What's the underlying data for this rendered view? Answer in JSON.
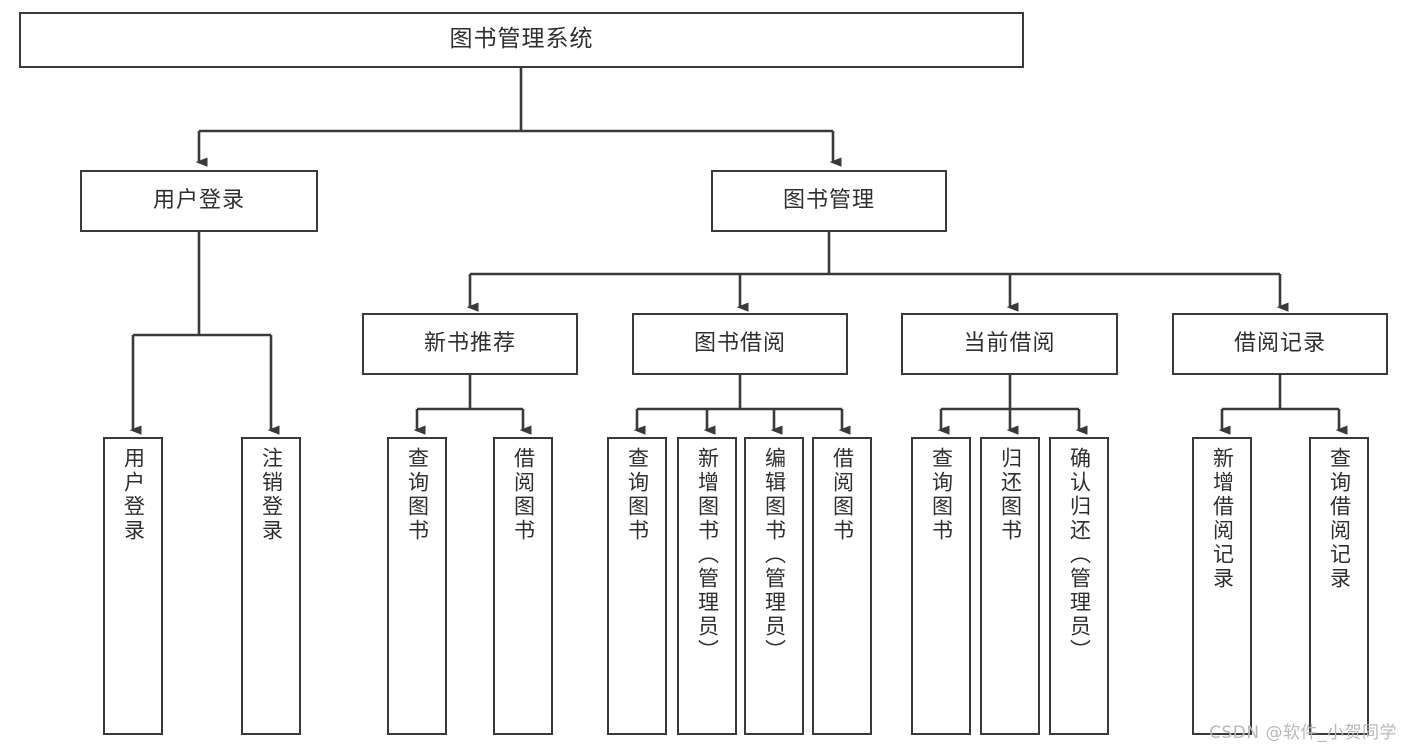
{
  "diagram": {
    "type": "tree",
    "title": "图书管理系统",
    "watermark": "CSDN @软件_小贺同学",
    "colors": {
      "box_border": "#3a3a3a",
      "box_fill": "#ffffff",
      "text": "#2f2f2f",
      "connector": "#3a3a3a",
      "watermark": "#b9b9b9",
      "background": "#ffffff"
    },
    "levels": {
      "root": {
        "label": "图书管理系统"
      },
      "level1": [
        {
          "label": "用户登录"
        },
        {
          "label": "图书管理"
        }
      ],
      "level2": [
        {
          "label": "新书推荐"
        },
        {
          "label": "图书借阅"
        },
        {
          "label": "当前借阅"
        },
        {
          "label": "借阅记录"
        }
      ],
      "leaves": {
        "user_login": [
          {
            "label": "用户登录"
          },
          {
            "label": "注销登录"
          }
        ],
        "new_book": [
          {
            "label": "查询图书"
          },
          {
            "label": "借阅图书"
          }
        ],
        "book_borrow": [
          {
            "label": "查询图书"
          },
          {
            "label": "新增图书（管理员）"
          },
          {
            "label": "编辑图书（管理员）"
          },
          {
            "label": "借阅图书"
          }
        ],
        "current_borrow": [
          {
            "label": "查询图书"
          },
          {
            "label": "归还图书"
          },
          {
            "label": "确认归还（管理员）"
          }
        ],
        "borrow_record": [
          {
            "label": "新增借阅记录"
          },
          {
            "label": "查询借阅记录"
          }
        ]
      }
    }
  }
}
